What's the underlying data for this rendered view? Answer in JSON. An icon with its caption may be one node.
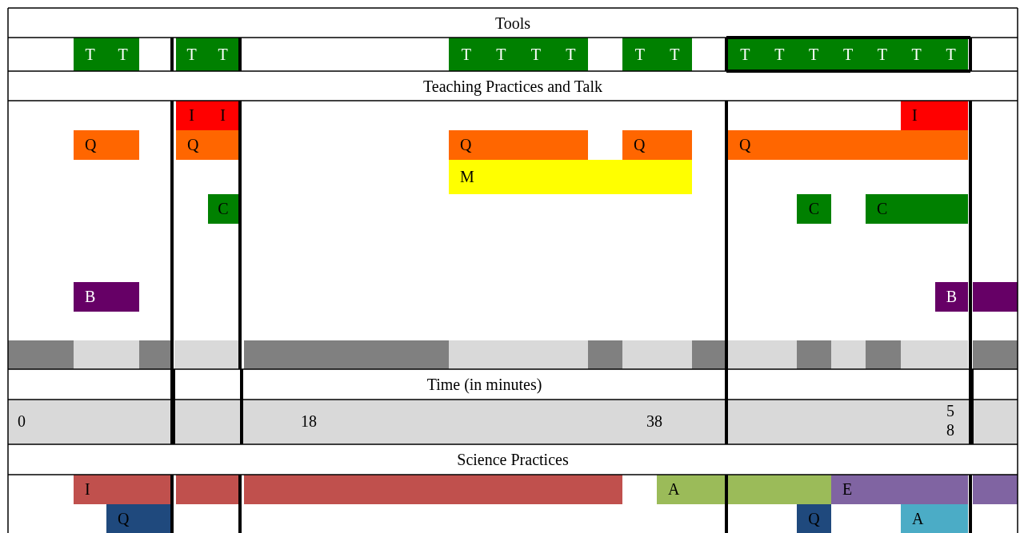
{
  "diagram": {
    "nodes": [
      {
        "text": [
          "T"
        ]
      },
      {
        "text": [
          "T"
        ]
      },
      {
        "text": [
          "T"
        ]
      },
      {
        "text": [
          "T"
        ]
      },
      {
        "text": [
          "T"
        ]
      },
      {
        "text": [
          "T"
        ]
      },
      {
        "text": [
          "T"
        ]
      },
      {
        "text": [
          "T"
        ]
      },
      {
        "text": [
          "T"
        ]
      },
      {
        "text": [
          "T"
        ]
      },
      {
        "text": [
          "T"
        ]
      },
      {
        "text": [
          "T"
        ]
      },
      {
        "text": [
          "T"
        ]
      },
      {
        "text": [
          "T"
        ]
      },
      {
        "text": [
          "T"
        ]
      },
      {
        "text": [
          "T"
        ]
      },
      {
        "text": [
          "T"
        ]
      },
      {
        "text": [
          "I"
        ]
      },
      {
        "text": [
          "I"
        ]
      },
      {
        "text": [
          "I"
        ]
      },
      {
        "text": [
          "Q"
        ]
      },
      {
        "text": [
          "Q"
        ]
      },
      {
        "text": [
          "Q"
        ]
      },
      {
        "text": [
          "Q"
        ]
      },
      {
        "text": [
          "Q"
        ]
      },
      {
        "text": [
          "M"
        ]
      },
      {
        "text": [
          "C"
        ]
      },
      {
        "text": [
          "C"
        ]
      },
      {
        "text": [
          "C"
        ]
      },
      {
        "text": [
          "B"
        ]
      },
      {
        "text": [
          "B"
        ]
      },
      {
        "text": [],
        "shape": "bar"
      },
      {
        "text": [
          "I"
        ]
      },
      {
        "text": [],
        "shape": "bar"
      },
      {
        "text": [],
        "shape": "bar"
      },
      {
        "text": [
          "A"
        ]
      },
      {
        "text": [],
        "shape": "bar"
      },
      {
        "text": [
          "E"
        ]
      },
      {
        "text": [],
        "shape": "bar"
      },
      {
        "text": [
          "Q"
        ]
      },
      {
        "text": [
          "Q"
        ]
      },
      {
        "text": [
          "A"
        ]
      }
    ],
    "edges": [],
    "labels": [
      "Tools",
      "Teaching Practices and Talk",
      "Time (in minutes)",
      "0",
      "18",
      "38",
      "58",
      "Science Practices"
    ]
  }
}
